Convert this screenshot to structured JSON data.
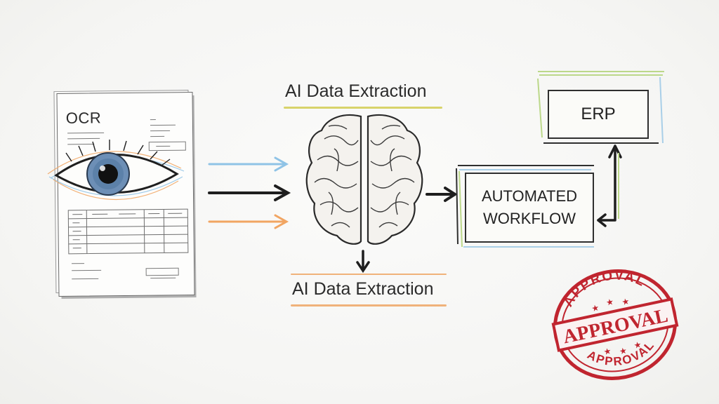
{
  "document": {
    "title": "OCR"
  },
  "ai_extraction_top": {
    "label": "AI Data Extraction"
  },
  "ai_extraction_bottom": {
    "label": "AI Data Extraction"
  },
  "erp": {
    "label": "ERP"
  },
  "workflow": {
    "line1": "AUTOMATED",
    "line2": "WORKFLOW"
  },
  "stamp": {
    "arc_top": "APPROVAL",
    "center": "APPROVAL",
    "arc_bottom": "APPROVAL",
    "color": "#c0252f"
  },
  "colors": {
    "arrow_blue": "#8fc3e6",
    "arrow_black": "#1e1e1e",
    "arrow_orange": "#f1a562",
    "underline_yellow": "#d8d36a",
    "underline_orange": "#f0b27a",
    "box_accent_green": "#bcd88a",
    "box_accent_blue": "#a9cfe8",
    "iris": "#6d8fb6"
  },
  "icons": [
    "eye-icon",
    "brain-icon",
    "approval-stamp-icon"
  ]
}
